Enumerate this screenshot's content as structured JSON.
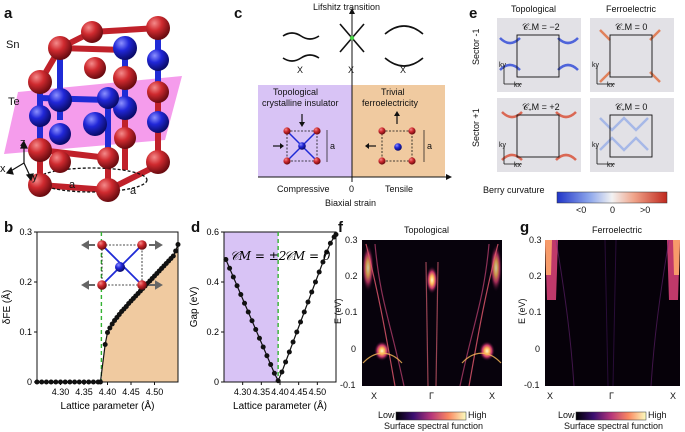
{
  "panels": {
    "a": {
      "letter": "a",
      "sn": "Sn",
      "te": "Te",
      "axis_z": "z",
      "axis_x": "x",
      "axis_y": "y",
      "a1": "a",
      "a2": "a"
    },
    "b": {
      "letter": "b"
    },
    "c": {
      "letter": "c",
      "title": "Lifshitz transition",
      "x1": "X",
      "x2": "X",
      "x3": "X",
      "left_box": [
        "Topological",
        "crystalline insulator"
      ],
      "right_box": [
        "Trivial",
        "ferroelectricity"
      ],
      "a_left": "a",
      "a_right": "a",
      "compressive": "Compressive",
      "zero": "0",
      "tensile": "Tensile",
      "axis": "Biaxial strain"
    },
    "d": {
      "letter": "d"
    },
    "e": {
      "letter": "e",
      "col1": "Topological",
      "col2": "Ferroelectric",
      "row1": "Sector -1",
      "row2": "Sector +1",
      "c11": "𝒞₋M = −2",
      "c12": "𝒞₋M = 0",
      "c21": "𝒞₊M = +2",
      "c22": "𝒞₊M = 0",
      "ky": "ky",
      "kx": "kx",
      "cbar_title": "Berry curvature",
      "cbar_ticks": [
        "<0",
        "0",
        ">0"
      ]
    },
    "f": {
      "letter": "f",
      "title": "Topological",
      "ylabel": "E (eV)",
      "xticks": [
        "X",
        "Γ",
        "X"
      ],
      "yticks": [
        "-0.1",
        "0",
        "0.1",
        "0.2",
        "0.3"
      ],
      "cbar_low": "Low",
      "cbar_high": "High",
      "cbar_title": "Surface spectral function"
    },
    "g": {
      "letter": "g",
      "title": "Ferroelectric",
      "ylabel": "E (eV)",
      "xticks": [
        "X",
        "Γ",
        "X"
      ],
      "yticks": [
        "-0.1",
        "0",
        "0.1",
        "0.2",
        "0.3"
      ],
      "cbar_low": "Low",
      "cbar_high": "High",
      "cbar_title": "Surface spectral function"
    }
  },
  "chart_data": [
    {
      "type": "scatter",
      "panel": "b",
      "xlabel": "Lattice parameter (Å)",
      "ylabel": "δFE (Å)",
      "xlim": [
        4.25,
        4.55
      ],
      "ylim": [
        0,
        0.3
      ],
      "xticks": [
        4.3,
        4.35,
        4.4,
        4.45,
        4.5
      ],
      "yticks": [
        0,
        0.1,
        0.2,
        0.3
      ],
      "vline": 4.387,
      "x": [
        4.395,
        4.4,
        4.405,
        4.41,
        4.415,
        4.42,
        4.425,
        4.43,
        4.435,
        4.44,
        4.445,
        4.45,
        4.455,
        4.46,
        4.465,
        4.47,
        4.475,
        4.48,
        4.485,
        4.49,
        4.495,
        4.5,
        4.505,
        4.51,
        4.515,
        4.52,
        4.525,
        4.53,
        4.535,
        4.54,
        4.545,
        4.55
      ],
      "y": [
        0.075,
        0.099,
        0.108,
        0.116,
        0.123,
        0.129,
        0.135,
        0.141,
        0.146,
        0.151,
        0.157,
        0.162,
        0.167,
        0.172,
        0.177,
        0.182,
        0.187,
        0.192,
        0.197,
        0.202,
        0.207,
        0.212,
        0.217,
        0.222,
        0.227,
        0.232,
        0.237,
        0.242,
        0.247,
        0.252,
        0.262,
        0.275
      ],
      "zero_x": [
        4.25,
        4.26,
        4.27,
        4.28,
        4.29,
        4.3,
        4.31,
        4.32,
        4.33,
        4.34,
        4.35,
        4.36,
        4.37,
        4.38,
        4.385
      ]
    },
    {
      "type": "scatter",
      "panel": "d",
      "xlabel": "Lattice parameter (Å)",
      "ylabel": "Gap (eV)",
      "xlim": [
        4.25,
        4.55
      ],
      "ylim": [
        0,
        0.6
      ],
      "xticks": [
        4.3,
        4.35,
        4.4,
        4.45,
        4.5
      ],
      "yticks": [
        0,
        0.2,
        0.4,
        0.6
      ],
      "vline": 4.395,
      "annot_left": "𝒞M = ±2",
      "annot_right": "𝒞M = 0",
      "x": [
        4.255,
        4.265,
        4.275,
        4.285,
        4.295,
        4.305,
        4.315,
        4.325,
        4.335,
        4.345,
        4.355,
        4.365,
        4.375,
        4.385,
        4.395,
        4.405,
        4.415,
        4.425,
        4.435,
        4.445,
        4.455,
        4.465,
        4.475,
        4.485,
        4.495,
        4.505,
        4.515,
        4.525,
        4.535,
        4.545,
        4.55
      ],
      "y": [
        0.49,
        0.455,
        0.42,
        0.385,
        0.35,
        0.315,
        0.28,
        0.245,
        0.21,
        0.175,
        0.14,
        0.105,
        0.07,
        0.035,
        0.005,
        0.04,
        0.08,
        0.12,
        0.16,
        0.2,
        0.24,
        0.28,
        0.32,
        0.36,
        0.4,
        0.44,
        0.48,
        0.52,
        0.555,
        0.58,
        0.59
      ]
    }
  ],
  "colors": {
    "red_atom": "#c0212a",
    "blue_atom": "#1f2bd6",
    "magenta_plane": "#f27be6",
    "purple_fill": "#d8c3f5",
    "orange_fill": "#f0caa0",
    "green_dash": "#34b233"
  }
}
